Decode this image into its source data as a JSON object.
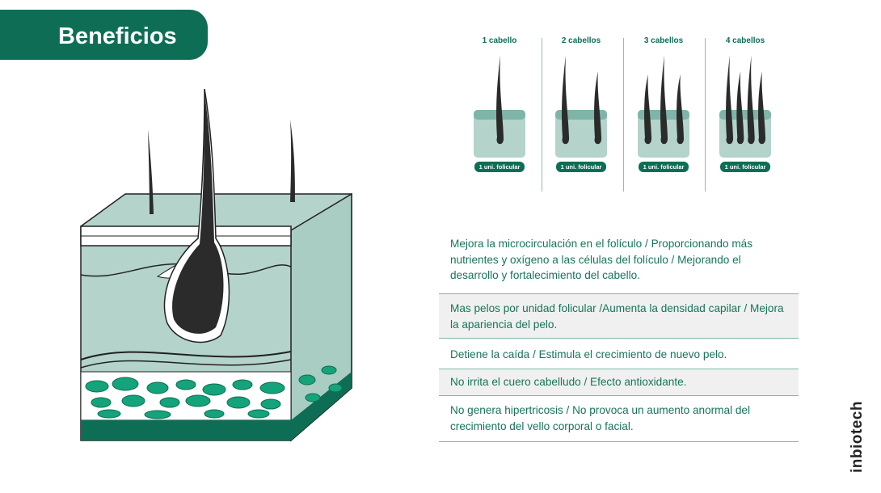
{
  "header": {
    "title": "Beneficios"
  },
  "follicles": [
    {
      "label": "1 cabello",
      "badge": "1 uni. folicular",
      "hairs": 1
    },
    {
      "label": "2 cabellos",
      "badge": "1 uni. folicular",
      "hairs": 2
    },
    {
      "label": "3 cabellos",
      "badge": "1 uni. folicular",
      "hairs": 3
    },
    {
      "label": "4 cabellos",
      "badge": "1 uni. folicular",
      "hairs": 4
    }
  ],
  "benefits": [
    "Mejora la microcirculación en el folículo / Proporcionando más nutrientes y oxígeno a las células del folículo / Mejorando el desarrollo y fortalecimiento del cabello.",
    " Mas pelos por unidad folicular /Aumenta la densidad capilar / Mejora la apariencia del pelo.",
    "Detiene la caída / Estimula el crecimiento de nuevo pelo.",
    "No irrita el cuero cabelludo / Efecto antioxidante.",
    "No genera hipertricosis / No provoca un aumento anormal del crecimiento del vello corporal o facial."
  ],
  "brand": {
    "name": "inbiotech"
  },
  "colors": {
    "primary": "#0e6e55",
    "skin": "#b3d3cb",
    "band": "#7fb5a8",
    "dark": "#2b2b2b",
    "cell": "#14a37a"
  }
}
